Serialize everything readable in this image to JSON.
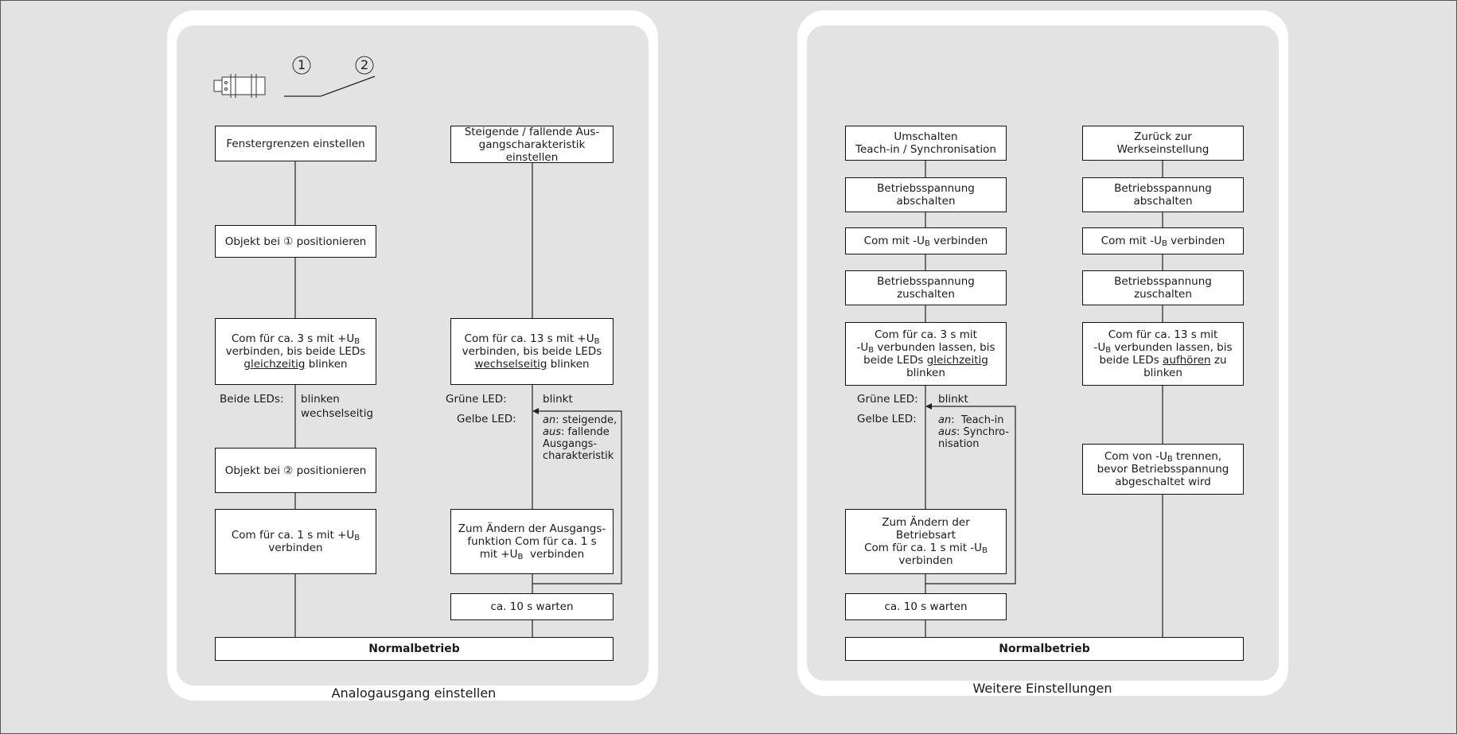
{
  "left_panel": {
    "caption": "Analogausgang einstellen",
    "marker_1": "1",
    "marker_2": "2",
    "col_a": {
      "step1": "Fenstergrenzen einstellen",
      "step2_pre": "Objekt bei ",
      "step2_sym": "①",
      "step2_post": " positionieren",
      "step3_l1": "Com für ca. 3 s mit +U",
      "step3_sub": "B",
      "step3_l2": "verbinden, bis beide LEDs",
      "step3_u": "gleichzeitig",
      "step3_post": " blinken",
      "leds_label": "Beide LEDs:",
      "leds_state_1": "blinken",
      "leds_state_2": "wechselseitig",
      "step4_pre": "Objekt bei ",
      "step4_sym": "②",
      "step4_post": " positionieren",
      "step5_l1": "Com für ca. 1 s mit +U",
      "step5_sub": "B",
      "step5_l2": "verbinden"
    },
    "col_b": {
      "step1_l1": "Steigende / fallende Aus-",
      "step1_l2": "gangscharakteristik einstellen",
      "step2_l1": "Com für ca. 13 s mit +U",
      "step2_sub": "B",
      "step2_l2": "verbinden, bis beide LEDs",
      "step2_u": "wechselseitig",
      "step2_post": " blinken",
      "green_label": "Grüne LED:",
      "green_state": "blinkt",
      "yellow_label": "Gelbe LED:",
      "yellow_an": "an",
      "yellow_an_text": ": steigende,",
      "yellow_aus": "aus",
      "yellow_aus_text": ": fallende",
      "yellow_l3": "Ausgangs-",
      "yellow_l4": "charakteristik",
      "step3_l1": "Zum Ändern der Ausgangs-",
      "step3_l2": "funktion Com für ca. 1 s",
      "step3_l3a": "mit +U",
      "step3_sub": "B",
      "step3_l3b": "  verbinden",
      "step4": "ca. 10 s warten"
    },
    "final": "Normalbetrieb"
  },
  "right_panel": {
    "caption": "Weitere Einstellungen",
    "col_a": {
      "step1_l1": "Umschalten",
      "step1_l2": "Teach-in / Synchronisation",
      "step2_l1": "Betriebsspannung",
      "step2_l2": "abschalten",
      "step3_a": "Com mit -U",
      "step3_sub": "B",
      "step3_b": " verbinden",
      "step4_l1": "Betriebsspannung",
      "step4_l2": "zuschalten",
      "step5_l1": "Com für ca. 3 s mit",
      "step5_l2a": "-U",
      "step5_sub": "B",
      "step5_l2b": " verbunden lassen, bis",
      "step5_l3a": "beide LEDs ",
      "step5_u": "gleichzeitig",
      "step5_l4": "blinken",
      "green_label": "Grüne LED:",
      "green_state": "blinkt",
      "yellow_label": "Gelbe LED:",
      "yellow_an": "an",
      "yellow_an_text": ":  Teach-in",
      "yellow_aus": "aus",
      "yellow_aus_text": ": Synchro-",
      "yellow_l3": "nisation",
      "step6_l1": "Zum Ändern der",
      "step6_l2": "Betriebsart",
      "step6_l3a": "Com für ca. 1 s mit -U",
      "step6_sub": "B",
      "step6_l4": "verbinden",
      "step7": "ca. 10 s warten"
    },
    "col_b": {
      "step1_l1": "Zurück zur",
      "step1_l2": "Werkseinstellung",
      "step2_l1": "Betriebsspannung",
      "step2_l2": "abschalten",
      "step3_a": "Com mit -U",
      "step3_sub": "B",
      "step3_b": " verbinden",
      "step4_l1": "Betriebsspannung",
      "step4_l2": "zuschalten",
      "step5_l1": "Com für ca. 13 s mit",
      "step5_l2a": "-U",
      "step5_sub": "B",
      "step5_l2b": " verbunden lassen, bis",
      "step5_l3a": "beide LEDs ",
      "step5_u": "aufhören",
      "step5_l3b": " zu",
      "step5_l4": "blinken",
      "step6_l1a": "Com von -U",
      "step6_sub": "B",
      "step6_l1b": " trennen,",
      "step6_l2": "bevor Betriebsspannung",
      "step6_l3": "abgeschaltet wird"
    },
    "final": "Normalbetrieb"
  }
}
